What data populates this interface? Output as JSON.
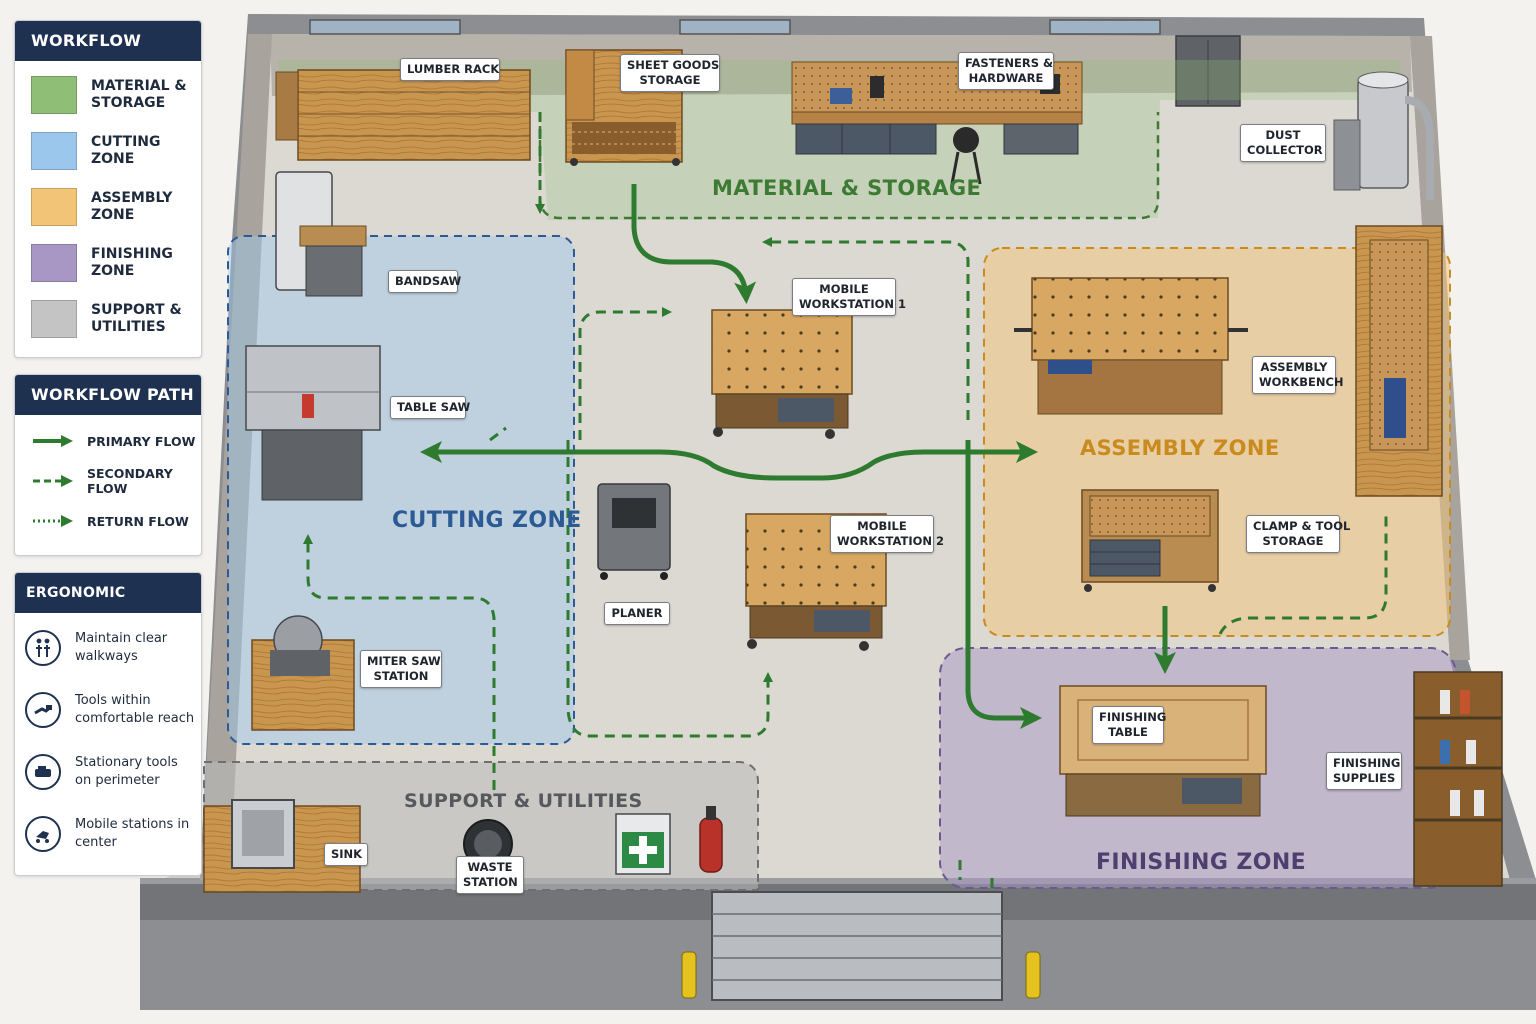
{
  "legend": {
    "zones": {
      "title": "WORKFLOW ZONES",
      "items": [
        {
          "label": "MATERIAL & STORAGE",
          "color": "#8fbf77"
        },
        {
          "label": "CUTTING ZONE",
          "color": "#9cc7ec"
        },
        {
          "label": "ASSEMBLY ZONE",
          "color": "#f1c477"
        },
        {
          "label": "FINISHING ZONE",
          "color": "#a897c5"
        },
        {
          "label": "SUPPORT & UTILITIES",
          "color": "#c4c4c4"
        }
      ]
    },
    "flow": {
      "title": "WORKFLOW PATH",
      "items": [
        {
          "label": "PRIMARY FLOW",
          "style": "solid"
        },
        {
          "label": "SECONDARY FLOW",
          "style": "dashed"
        },
        {
          "label": "RETURN FLOW",
          "style": "dotted"
        }
      ]
    },
    "ergonomics": {
      "title": "ERGONOMIC PRINCIPLES",
      "items": [
        {
          "label": "Maintain clear walkways",
          "icon": "people-walkway-icon"
        },
        {
          "label": "Tools within comfortable reach",
          "icon": "tool-reach-icon"
        },
        {
          "label": "Stationary tools on perimeter",
          "icon": "stationary-tool-icon"
        },
        {
          "label": "Mobile stations in center",
          "icon": "mobile-station-icon"
        }
      ]
    }
  },
  "zones": {
    "material": {
      "title": "MATERIAL & STORAGE",
      "color": "#3d7a33"
    },
    "cutting": {
      "title": "CUTTING ZONE",
      "color": "#2b5a94"
    },
    "assembly": {
      "title": "ASSEMBLY ZONE",
      "color": "#c98a1e"
    },
    "finishing": {
      "title": "FINISHING ZONE",
      "color": "#4d3f6e"
    },
    "support": {
      "title": "SUPPORT & UTILITIES",
      "color": "#55585c"
    }
  },
  "callouts": {
    "lumber_rack": "LUMBER RACK",
    "sheet_goods": [
      "SHEET GOODS",
      "STORAGE"
    ],
    "fasteners": [
      "FASTENERS &",
      "HARDWARE"
    ],
    "dust_collector": [
      "DUST",
      "COLLECTOR"
    ],
    "bandsaw": "BANDSAW",
    "table_saw": "TABLE SAW",
    "miter_saw": [
      "MITER SAW",
      "STATION"
    ],
    "mobile_ws1": [
      "MOBILE",
      "WORKSTATION 1"
    ],
    "mobile_ws2": [
      "MOBILE",
      "WORKSTATION 2"
    ],
    "planer": "PLANER",
    "assembly_workbench": [
      "ASSEMBLY",
      "WORKBENCH"
    ],
    "clamp_storage": [
      "CLAMP & TOOL",
      "STORAGE"
    ],
    "finishing_table": [
      "FINISHING",
      "TABLE"
    ],
    "finishing_supplies": [
      "FINISHING",
      "SUPPLIES"
    ],
    "sink": "SINK",
    "waste_station": [
      "WASTE",
      "STATION"
    ]
  },
  "colors": {
    "flow_green": "#2e7a2f",
    "wall": "#6b6d70",
    "floor": "#d9d6d0",
    "wood": "#c9964f"
  }
}
